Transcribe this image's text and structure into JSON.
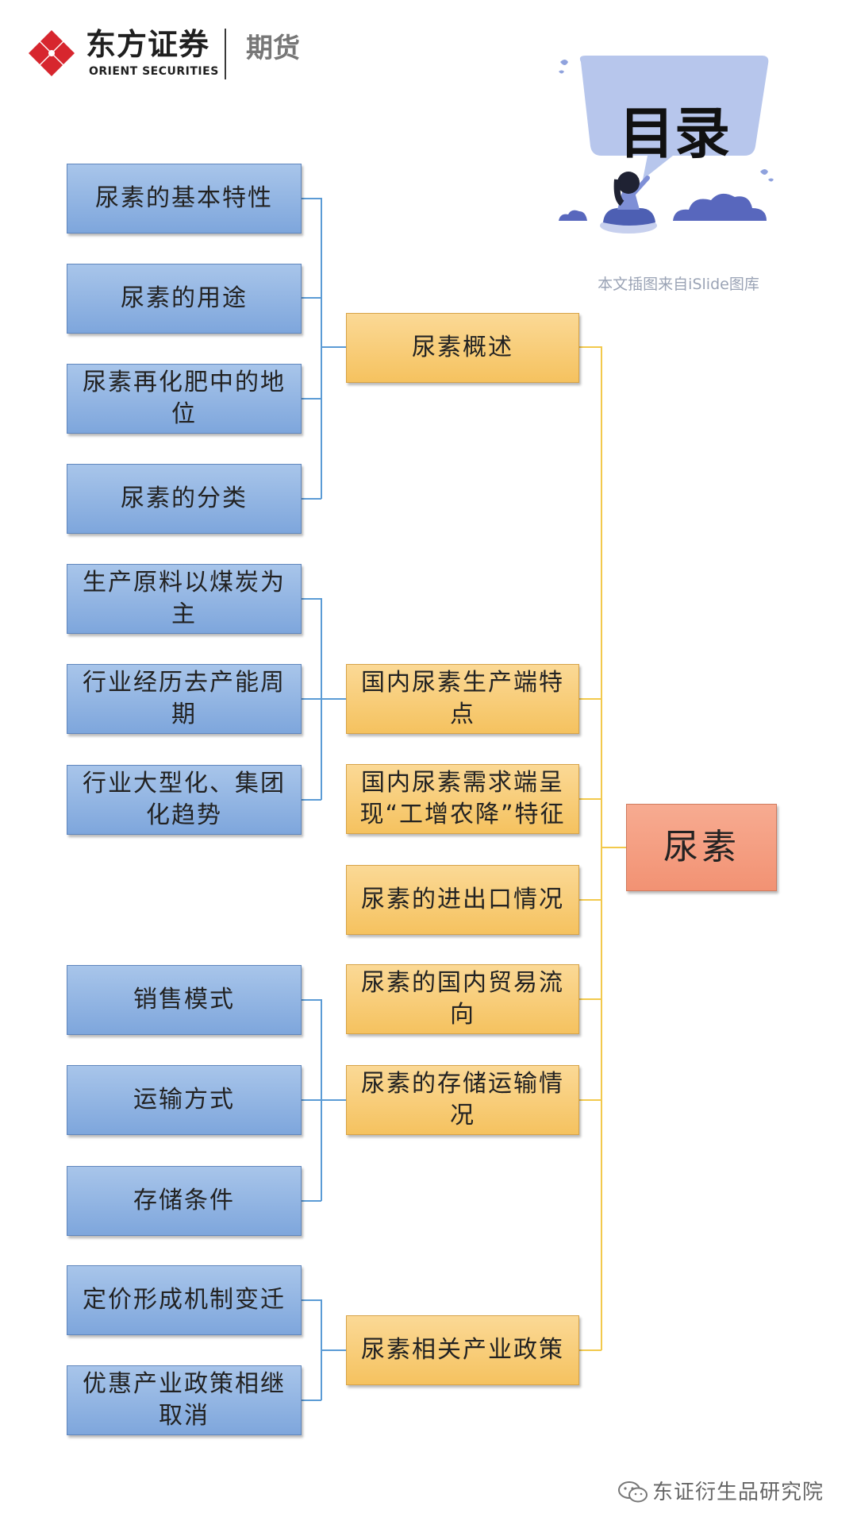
{
  "header": {
    "brand_cn": "东方证券",
    "brand_en": "ORIENT SECURITIES",
    "brand_sub": "期货"
  },
  "illustration": {
    "title": "目录",
    "caption": "本文插图来自iSlide图库"
  },
  "mindmap": {
    "root": "尿素",
    "branches": [
      {
        "label": "尿素概述",
        "children": [
          "尿素的基本特性",
          "尿素的用途",
          "尿素再化肥中的地位",
          "尿素的分类"
        ]
      },
      {
        "label": "国内尿素生产端特点",
        "children": [
          "生产原料以煤炭为主",
          "行业经历去产能周期",
          "行业大型化、集团化趋势"
        ]
      },
      {
        "label": "国内尿素需求端呈现“工增农降”特征",
        "children": []
      },
      {
        "label": "尿素的进出口情况",
        "children": []
      },
      {
        "label": "尿素的国内贸易流向",
        "children": []
      },
      {
        "label": "尿素的存储运输情况",
        "children": [
          "销售模式",
          "运输方式",
          "存储条件"
        ]
      },
      {
        "label": "尿素相关产业政策",
        "children": [
          "定价形成机制变迁",
          "优惠产业政策相继取消"
        ]
      }
    ]
  },
  "footer": {
    "watermark": "东证衍生品研究院"
  },
  "colors": {
    "blue_box": "#7ea6dc",
    "orange_box": "#f5c25f",
    "root_box": "#f29273",
    "blue_line": "#5b9bd5",
    "orange_line": "#f2c94c"
  }
}
